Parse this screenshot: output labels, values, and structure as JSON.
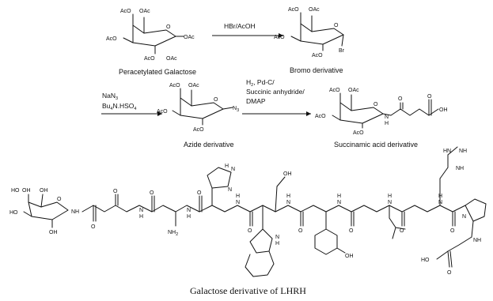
{
  "step1": {
    "reagent": "HBr/AcOH",
    "start_label": "Peracetylated Galactose",
    "product_label": "Bromo derivative"
  },
  "step2": {
    "reagent_line1": "NaN",
    "reagent_line1_sub": "3",
    "reagent_line2": "Bu",
    "reagent_line2_sub": "4",
    "reagent_line2_rest": "N.HSO",
    "reagent_line2_sub2": "4",
    "product_label": "Azide derivative"
  },
  "step3": {
    "reagent_line1": "H",
    "reagent_line1_sub": "2",
    "reagent_line1_rest": ", Pd-C/",
    "reagent_line2": "Succinic anhydride/",
    "reagent_line3": "DMAP",
    "product_label": "Succinamic acid derivative"
  },
  "atoms": {
    "ac": "AcO",
    "oac": "OAc",
    "br": "Br",
    "n3": "N",
    "n3_sub": "3",
    "h": "H",
    "n": "N",
    "o": "O",
    "oh": "OH",
    "hooh": "HO",
    "nh": "NH",
    "nh2": "NH",
    "nh2_sub": "2",
    "hn": "HN",
    "ho": "HO"
  },
  "caption": "Galactose derivative of LHRH"
}
